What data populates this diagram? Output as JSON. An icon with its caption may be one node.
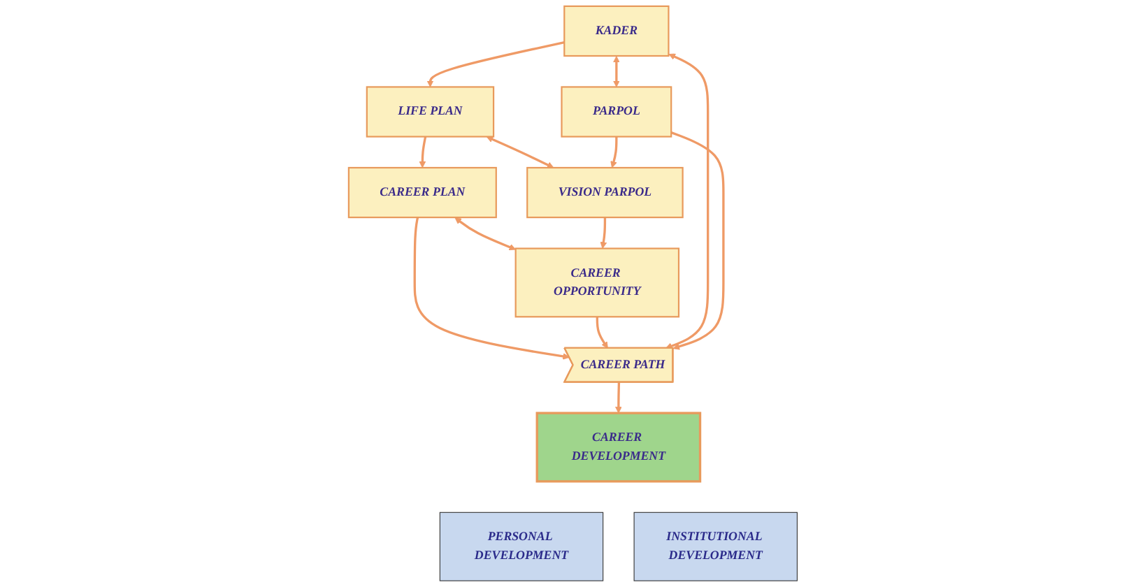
{
  "diagram": {
    "nodes": [
      {
        "text": [
          "PERSONAL DEVELOPMENT"
        ]
      },
      {
        "text": [
          "KADER"
        ]
      },
      {
        "text": [
          "PARPOL"
        ]
      },
      {
        "text": [
          "LIFE PLAN"
        ]
      },
      {
        "text": [
          "VISION PARPOL"
        ]
      },
      {
        "text": [
          "CAREER PLAN"
        ]
      },
      {
        "text": [
          "CAREER OPPORTUNITY"
        ]
      },
      {
        "text": [
          "CAREER PATH"
        ]
      },
      {
        "text": [
          "INSTITUTIONAL DEVELOPMENT"
        ]
      },
      {
        "text": [
          "CAREER DEVELOPMENT"
        ]
      }
    ],
    "edges": [
      {
        "from": 1,
        "to": 2,
        "arrow": "both"
      },
      {
        "from": 3,
        "to": 4,
        "arrow": "both"
      },
      {
        "from": 5,
        "to": 6,
        "arrow": "both"
      },
      {
        "from": 1,
        "to": 3,
        "arrow": "to"
      },
      {
        "from": 3,
        "to": 5,
        "arrow": "to"
      },
      {
        "from": 5,
        "to": 7,
        "arrow": "to"
      },
      {
        "from": 2,
        "to": 4,
        "arrow": "to"
      },
      {
        "from": 4,
        "to": 6,
        "arrow": "to"
      },
      {
        "from": 6,
        "to": 7,
        "arrow": "to"
      },
      {
        "from": 1,
        "to": 7,
        "arrow": "both"
      },
      {
        "from": 2,
        "to": 7,
        "arrow": "to"
      },
      {
        "from": 7,
        "to": 9,
        "arrow": "to"
      }
    ]
  }
}
